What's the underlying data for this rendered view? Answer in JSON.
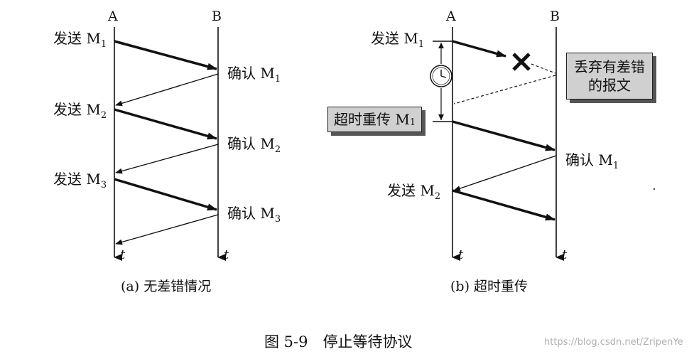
{
  "panel_a": {
    "host_a": "A",
    "host_b": "B",
    "send_prefix": "发送",
    "confirm_prefix": "确认",
    "m": "M",
    "sends": [
      {
        "sub": "1"
      },
      {
        "sub": "2"
      },
      {
        "sub": "3"
      }
    ],
    "confirms": [
      {
        "sub": "1"
      },
      {
        "sub": "2"
      },
      {
        "sub": "3"
      }
    ],
    "time_a": "t",
    "time_b": "t",
    "caption": "(a) 无差错情况"
  },
  "panel_b": {
    "host_a": "A",
    "host_b": "B",
    "send1_prefix": "发送",
    "send1_m": "M",
    "send1_sub": "1",
    "error_box": "丢弃有差错\n的报文",
    "retransmit_prefix": "超时重传",
    "retransmit_m": "M",
    "retransmit_sub": "1",
    "confirm_prefix": "确认",
    "confirm_m": "M",
    "confirm_sub": "1",
    "send2_prefix": "发送",
    "send2_m": "M",
    "send2_sub": "2",
    "time_a": "t",
    "time_b": "t",
    "caption": "(b) 超时重传"
  },
  "figure_title": "图 5-9　停止等待协议",
  "watermark": "https://blog.csdn.net/ZripenYe"
}
